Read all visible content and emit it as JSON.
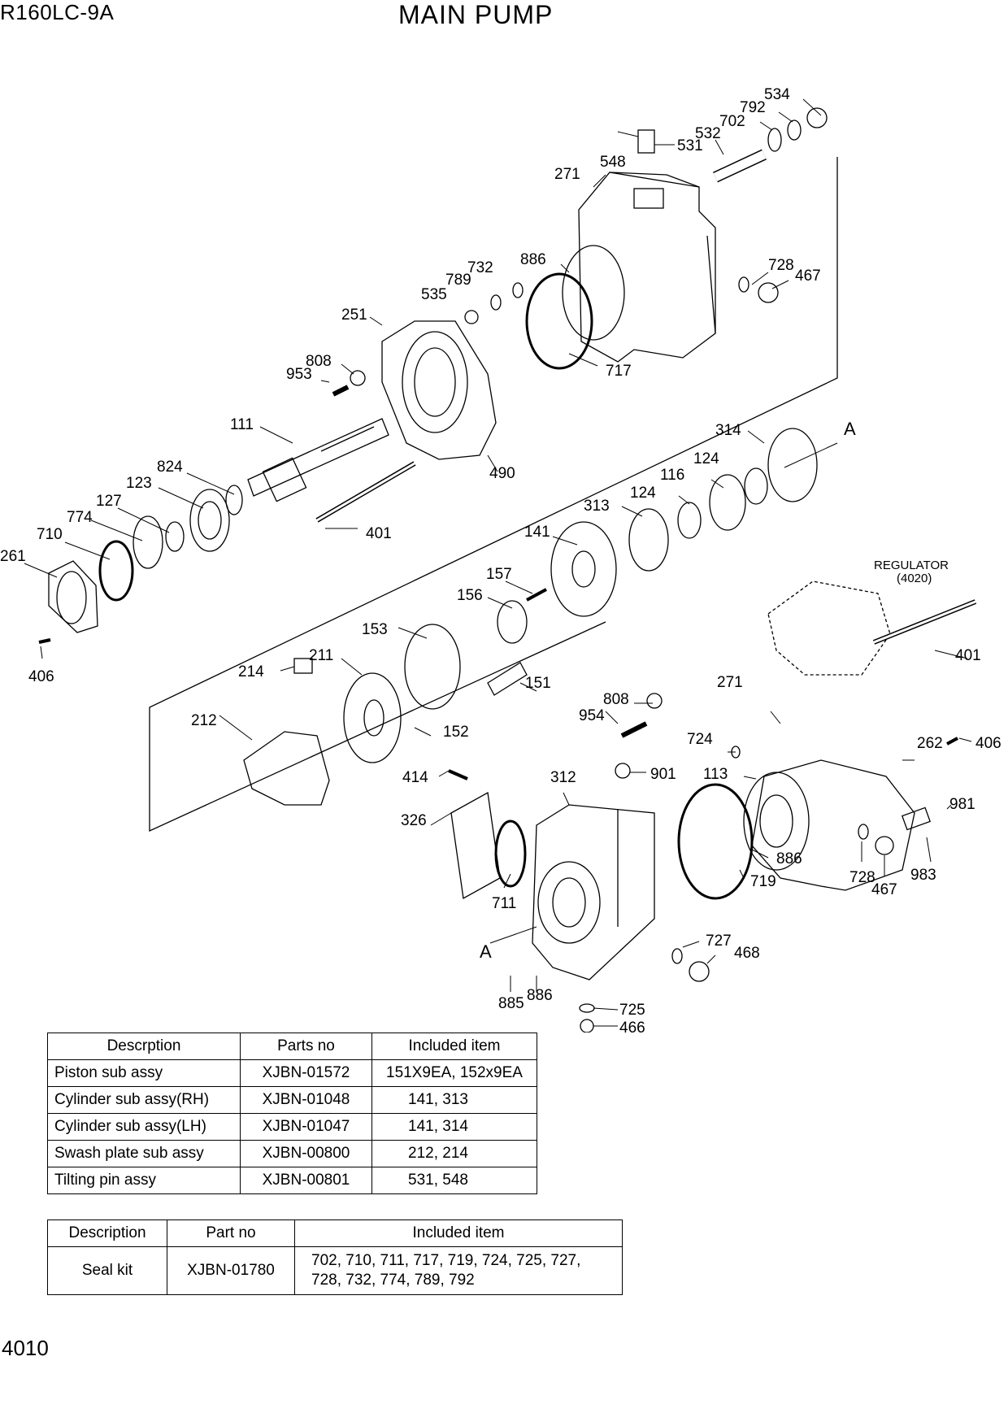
{
  "header": {
    "model": "R160LC-9A",
    "title": "MAIN PUMP"
  },
  "footer": {
    "page": "4010"
  },
  "callouts": {
    "c534": "534",
    "c792": "792",
    "c702": "702",
    "c532": "532",
    "c531": "531",
    "c548": "548",
    "c271a": "271",
    "c886a": "886",
    "c732": "732",
    "c789": "789",
    "c535": "535",
    "c728a": "728",
    "c467a": "467",
    "c251": "251",
    "c808a": "808",
    "c953": "953",
    "c717": "717",
    "c111": "111",
    "c490": "490",
    "c824": "824",
    "c123": "123",
    "c127": "127",
    "c774": "774",
    "c710": "710",
    "c261": "261",
    "c406a": "406",
    "c401a": "401",
    "c314": "314",
    "cA1": "A",
    "c124a": "124",
    "c116": "116",
    "c124b": "124",
    "c313": "313",
    "c141": "141",
    "c157": "157",
    "c156": "156",
    "c153": "153",
    "c211": "211",
    "c214": "214",
    "c151": "151",
    "c212": "212",
    "c152": "152",
    "c808b": "808",
    "c954": "954",
    "c901": "901",
    "c414": "414",
    "c326": "326",
    "c312": "312",
    "c711": "711",
    "cA2": "A",
    "c885": "885",
    "c886b": "886",
    "c727": "727",
    "c468": "468",
    "c725": "725",
    "c466": "466",
    "c271b": "271",
    "c401b": "401",
    "c406b": "406",
    "c724": "724",
    "c262": "262",
    "c113": "113",
    "c719": "719",
    "c886c": "886",
    "c981": "981",
    "c728b": "728",
    "c467b": "467",
    "c983": "983",
    "regulator": "REGULATOR",
    "regulator_ref": "(4020)"
  },
  "table1": {
    "headers": [
      "Descrption",
      "Parts no",
      "Included item"
    ],
    "rows": [
      [
        "Piston sub assy",
        "XJBN-01572",
        "151X9EA, 152x9EA"
      ],
      [
        "Cylinder sub assy(RH)",
        "XJBN-01048",
        "141, 313"
      ],
      [
        "Cylinder sub assy(LH)",
        "XJBN-01047",
        "141, 314"
      ],
      [
        "Swash plate sub assy",
        "XJBN-00800",
        "212, 214"
      ],
      [
        "Tilting pin assy",
        "XJBN-00801",
        "531, 548"
      ]
    ]
  },
  "table2": {
    "headers": [
      "Description",
      "Part no",
      "Included item"
    ],
    "rows": [
      [
        "Seal kit",
        "XJBN-01780",
        "702, 710, 711, 717, 719, 724, 725, 727,",
        "728, 732, 774, 789, 792"
      ]
    ]
  }
}
